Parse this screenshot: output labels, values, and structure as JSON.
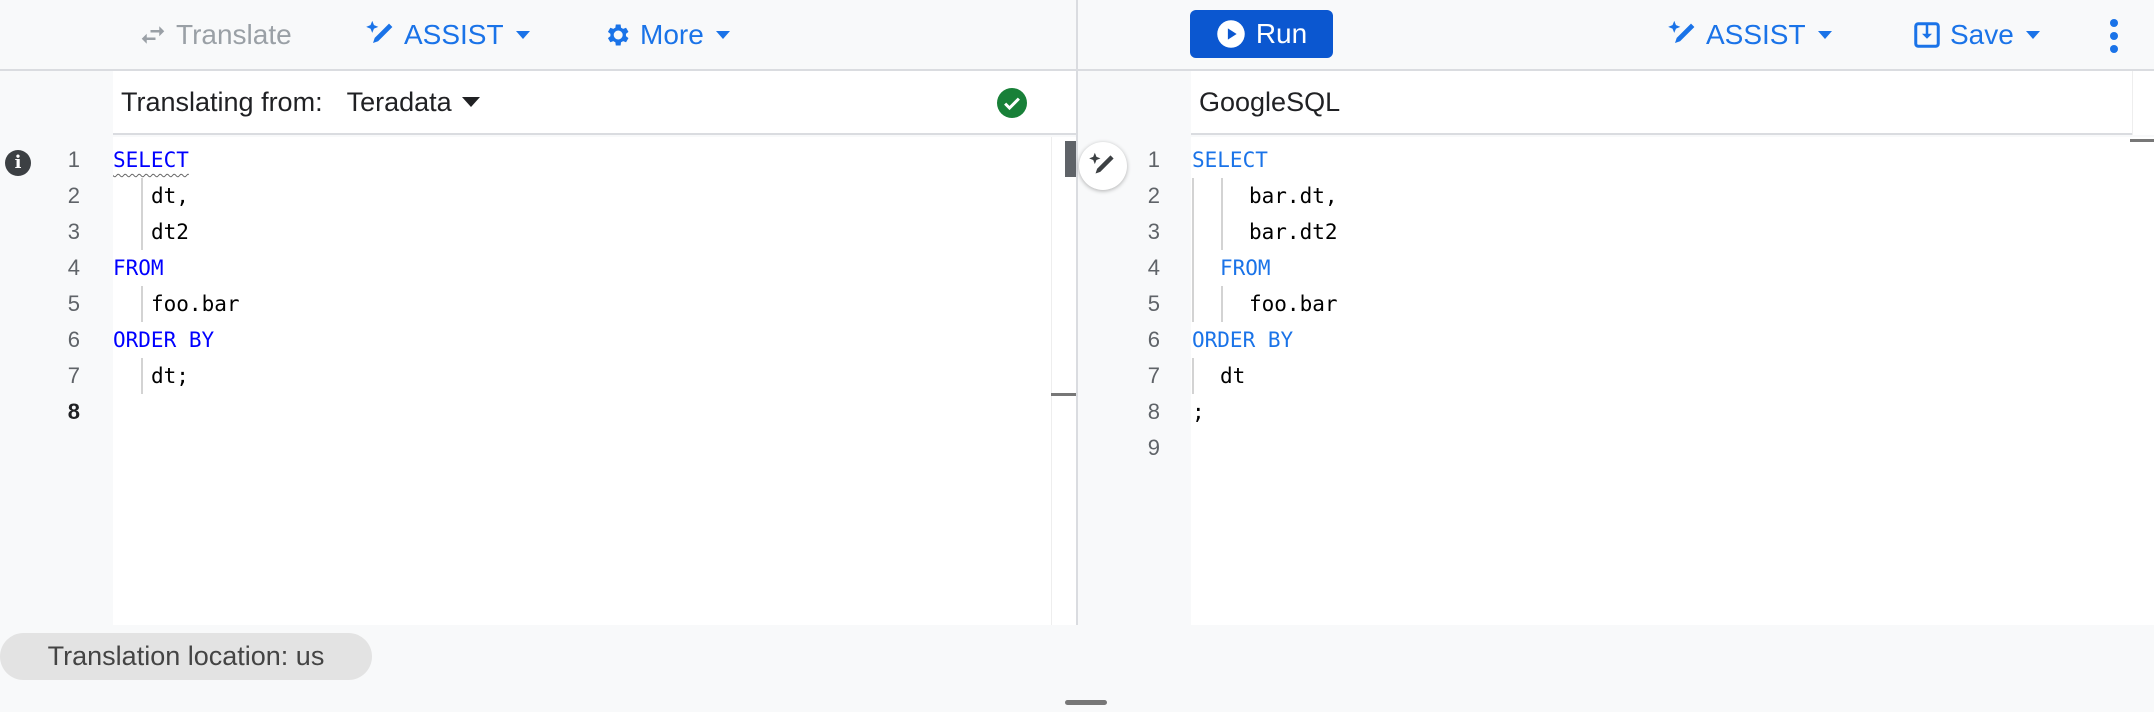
{
  "left_toolbar": {
    "translate_label": "Translate",
    "assist_label": "ASSIST",
    "more_label": "More"
  },
  "right_toolbar": {
    "run_label": "Run",
    "assist_label": "ASSIST",
    "save_label": "Save"
  },
  "left_header": {
    "label": "Translating from:",
    "dialect": "Teradata",
    "status": "valid"
  },
  "right_header": {
    "label": "GoogleSQL"
  },
  "left_editor": {
    "lines": [
      {
        "n": "1",
        "kw": "SELECT",
        "text": ""
      },
      {
        "n": "2",
        "kw": "",
        "text": "dt,"
      },
      {
        "n": "3",
        "kw": "",
        "text": "dt2"
      },
      {
        "n": "4",
        "kw": "FROM",
        "text": ""
      },
      {
        "n": "5",
        "kw": "",
        "text": "foo.bar"
      },
      {
        "n": "6",
        "kw": "ORDER BY",
        "text": ""
      },
      {
        "n": "7",
        "kw": "",
        "text": "dt;"
      },
      {
        "n": "8",
        "kw": "",
        "text": ""
      }
    ]
  },
  "right_editor": {
    "lines": [
      {
        "n": "1",
        "kw": "SELECT",
        "text": ""
      },
      {
        "n": "2",
        "kw": "",
        "text": "bar.dt,"
      },
      {
        "n": "3",
        "kw": "",
        "text": "bar.dt2"
      },
      {
        "n": "4",
        "kw": "FROM",
        "text": ""
      },
      {
        "n": "5",
        "kw": "",
        "text": "foo.bar"
      },
      {
        "n": "6",
        "kw": "ORDER BY",
        "text": ""
      },
      {
        "n": "7",
        "kw": "",
        "text": "dt"
      },
      {
        "n": "8",
        "kw": "",
        "text": ";"
      },
      {
        "n": "9",
        "kw": "",
        "text": ""
      }
    ]
  },
  "footer": {
    "location_label": "Translation location: us"
  },
  "colors": {
    "accent": "#1a73e8",
    "run_bg": "#0b57d0",
    "success": "#188038",
    "keyword_left": "#0000ff",
    "keyword_right": "#1a73e8"
  }
}
